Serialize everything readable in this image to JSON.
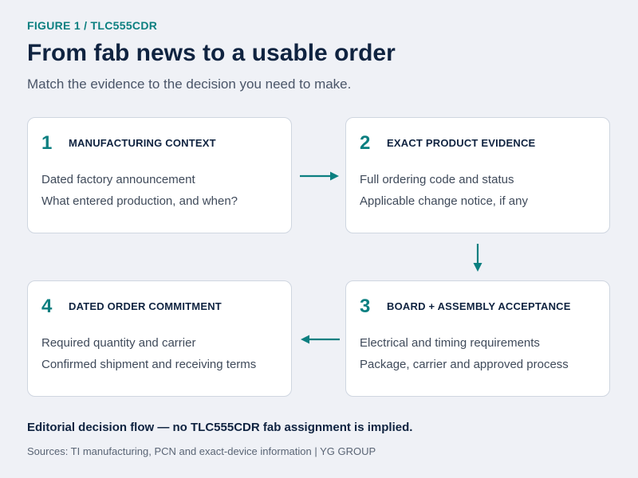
{
  "figure_label": "FIGURE 1  /  TLC555CDR",
  "title": "From fab news to a usable order",
  "subtitle": "Match the evidence to the decision you need to make.",
  "steps": [
    {
      "number": "1",
      "heading": "MANUFACTURING CONTEXT",
      "lines": [
        "Dated factory announcement",
        "What entered production, and when?"
      ]
    },
    {
      "number": "2",
      "heading": "EXACT PRODUCT EVIDENCE",
      "lines": [
        "Full ordering code and status",
        "Applicable change notice, if any"
      ]
    },
    {
      "number": "3",
      "heading": "BOARD + ASSEMBLY ACCEPTANCE",
      "lines": [
        "Electrical and timing requirements",
        "Package, carrier and approved process"
      ]
    },
    {
      "number": "4",
      "heading": "DATED ORDER COMMITMENT",
      "lines": [
        "Required quantity and carrier",
        "Confirmed shipment and receiving terms"
      ]
    }
  ],
  "caption": "Editorial decision flow — no TLC555CDR fab assignment is implied.",
  "sources": "Sources: TI manufacturing, PCN and exact-device information  |  YG GROUP",
  "colors": {
    "accent": "#0b7f80",
    "text_dark": "#0f2340",
    "background": "#eff1f6",
    "card": "#ffffff"
  }
}
